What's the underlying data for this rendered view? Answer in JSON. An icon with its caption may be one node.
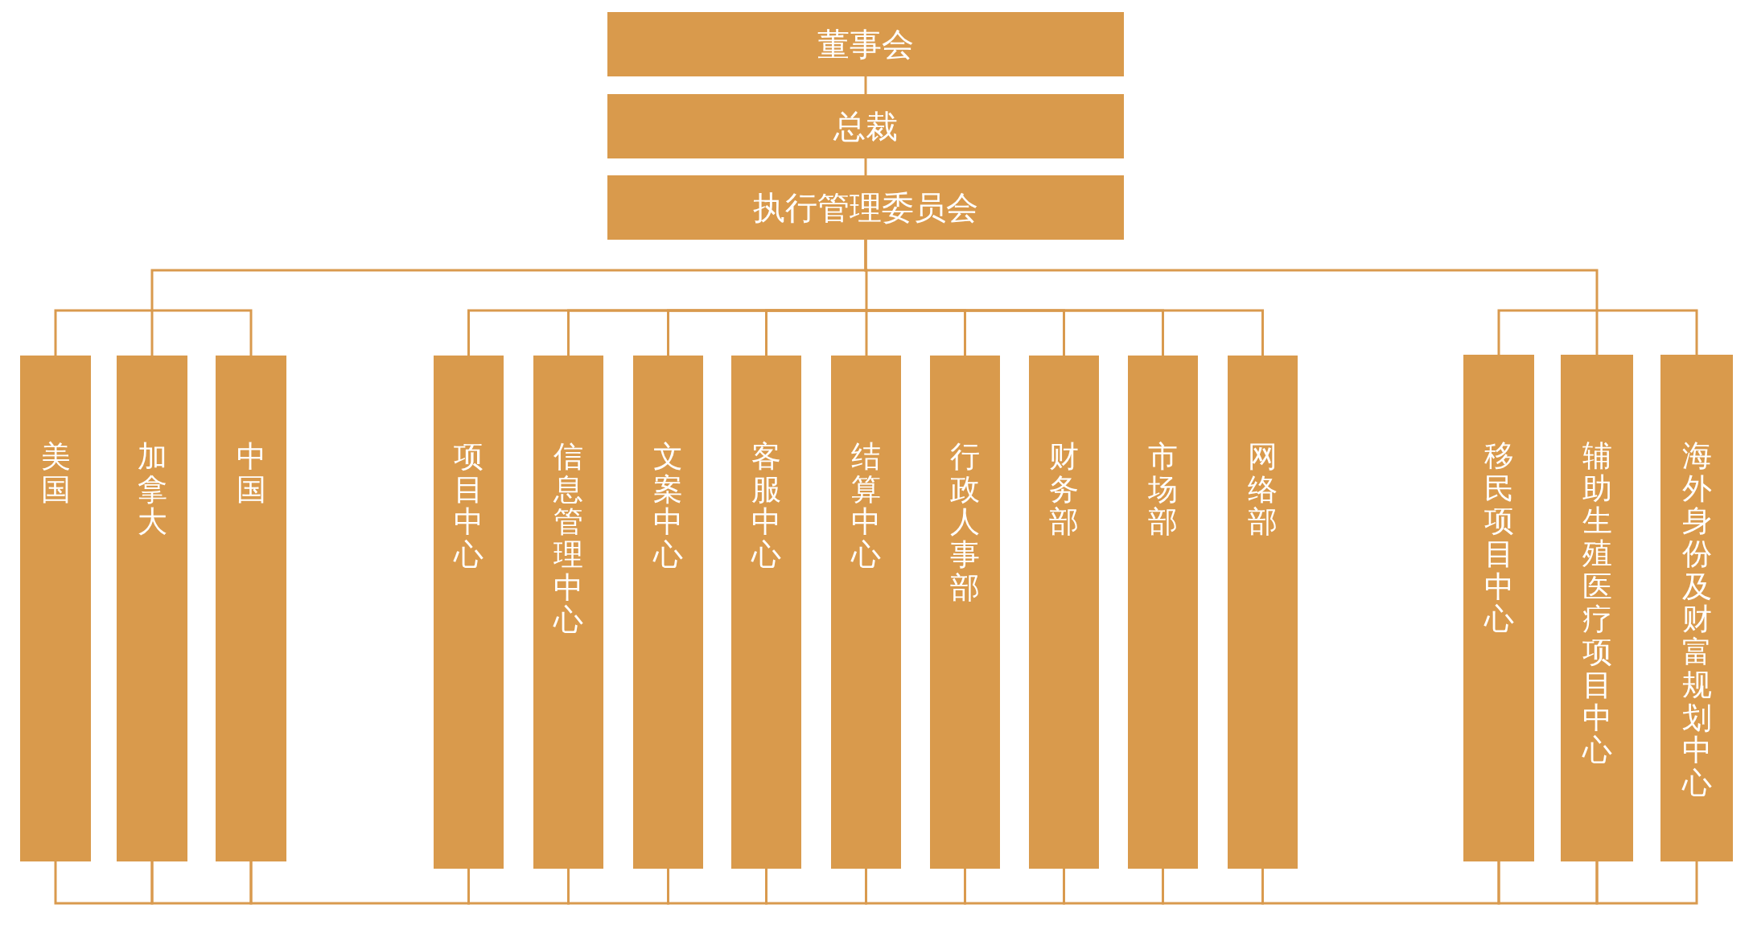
{
  "diagram": {
    "nodes": [
      {
        "text": [
          "董事会"
        ]
      },
      {
        "text": [
          "总裁"
        ]
      },
      {
        "text": [
          "执行管理委员会"
        ]
      },
      {
        "text": [
          "美国"
        ]
      },
      {
        "text": [
          "加拿大"
        ]
      },
      {
        "text": [
          "中国"
        ]
      },
      {
        "text": [
          "项目中心"
        ]
      },
      {
        "text": [
          "信息管理中心"
        ]
      },
      {
        "text": [
          "文案中心"
        ]
      },
      {
        "text": [
          "客服中心"
        ]
      },
      {
        "text": [
          "结算中心"
        ]
      },
      {
        "text": [
          "行政人事部"
        ]
      },
      {
        "text": [
          "财务部"
        ]
      },
      {
        "text": [
          "市场部"
        ]
      },
      {
        "text": [
          "网络部"
        ]
      },
      {
        "text": [
          "移民项目中心"
        ]
      },
      {
        "text": [
          "辅助生殖医疗项目中心"
        ]
      },
      {
        "text": [
          "海外身份及财富规划中心"
        ]
      }
    ],
    "edges": [
      {
        "from": 0,
        "to": 1,
        "arrow": "none"
      },
      {
        "from": 1,
        "to": 2,
        "arrow": "none"
      },
      {
        "from": 2,
        "to": 3,
        "arrow": "none"
      },
      {
        "from": 2,
        "to": 4,
        "arrow": "none"
      },
      {
        "from": 2,
        "to": 5,
        "arrow": "none"
      },
      {
        "from": 2,
        "to": 6,
        "arrow": "none"
      },
      {
        "from": 2,
        "to": 7,
        "arrow": "none"
      },
      {
        "from": 2,
        "to": 8,
        "arrow": "none"
      },
      {
        "from": 2,
        "to": 9,
        "arrow": "none"
      },
      {
        "from": 2,
        "to": 10,
        "arrow": "none"
      },
      {
        "from": 2,
        "to": 11,
        "arrow": "none"
      },
      {
        "from": 2,
        "to": 12,
        "arrow": "none"
      },
      {
        "from": 2,
        "to": 13,
        "arrow": "none"
      },
      {
        "from": 2,
        "to": 14,
        "arrow": "none"
      },
      {
        "from": 2,
        "to": 15,
        "arrow": "none"
      },
      {
        "from": 2,
        "to": 16,
        "arrow": "none"
      },
      {
        "from": 2,
        "to": 17,
        "arrow": "none"
      },
      {
        "from": 3,
        "to": 4,
        "arrow": "none"
      },
      {
        "from": 4,
        "to": 5,
        "arrow": "none"
      },
      {
        "from": 5,
        "to": 6,
        "arrow": "none"
      },
      {
        "from": 6,
        "to": 7,
        "arrow": "none"
      },
      {
        "from": 7,
        "to": 8,
        "arrow": "none"
      },
      {
        "from": 8,
        "to": 9,
        "arrow": "none"
      },
      {
        "from": 9,
        "to": 10,
        "arrow": "none"
      },
      {
        "from": 10,
        "to": 11,
        "arrow": "none"
      },
      {
        "from": 11,
        "to": 12,
        "arrow": "none"
      },
      {
        "from": 12,
        "to": 13,
        "arrow": "none"
      },
      {
        "from": 13,
        "to": 14,
        "arrow": "none"
      },
      {
        "from": 14,
        "to": 15,
        "arrow": "none"
      },
      {
        "from": 15,
        "to": 16,
        "arrow": "none"
      },
      {
        "from": 16,
        "to": 17,
        "arrow": "none"
      }
    ]
  }
}
